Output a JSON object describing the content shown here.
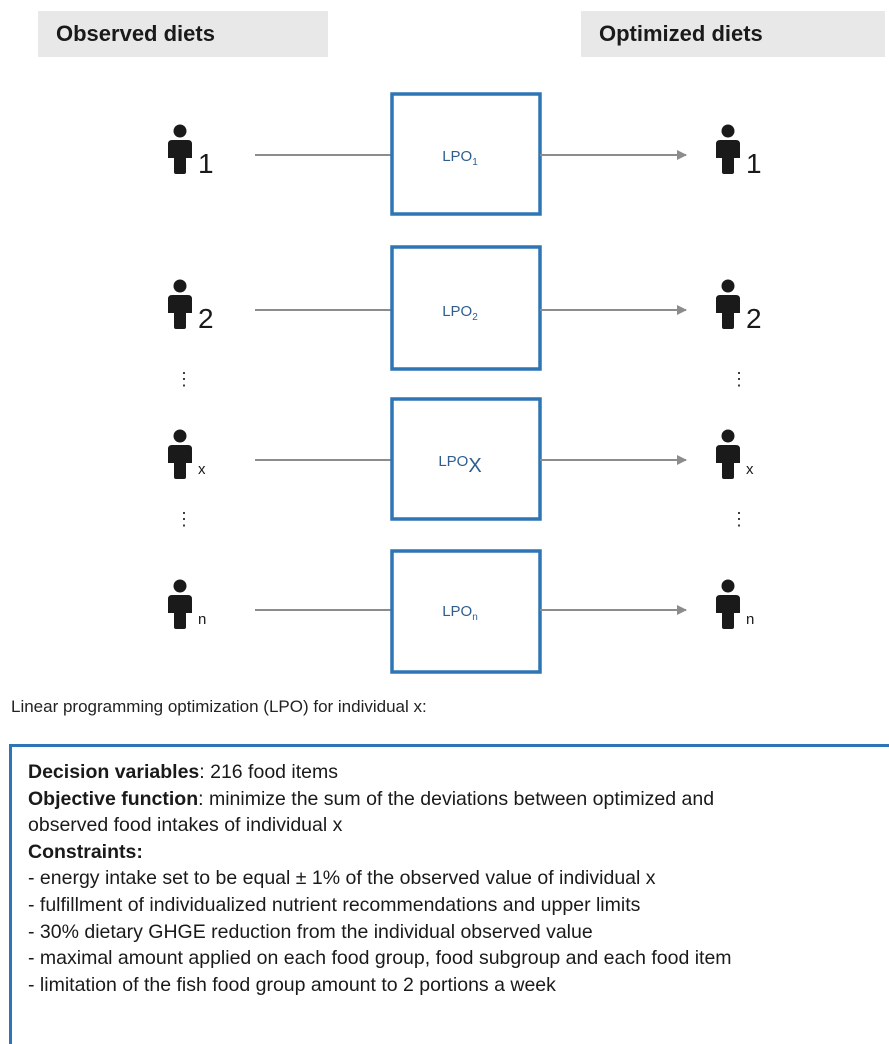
{
  "headers": {
    "left": "Observed diets",
    "right": "Optimized diets"
  },
  "rows": [
    {
      "person_label": "1",
      "lpo_base": "LPO",
      "lpo_sub": "1",
      "sub_style": "small"
    },
    {
      "person_label": "2",
      "lpo_base": "LPO",
      "lpo_sub": "2",
      "sub_style": "small"
    },
    {
      "person_label": "x",
      "lpo_base": "LPO",
      "lpo_sub": "X",
      "sub_style": "large"
    },
    {
      "person_label": "n",
      "lpo_base": "LPO",
      "lpo_sub": "n",
      "sub_style": "small"
    }
  ],
  "ellipsis": "⋮",
  "intro_text": "Linear programming optimization (LPO) for individual x:",
  "lpo_details": {
    "decision_label": "Decision variables",
    "decision_text": ": 216 food items",
    "objective_label": "Objective function",
    "objective_text": ": minimize the sum of the deviations between optimized and",
    "objective_cont": "observed food intakes of individual x",
    "constraints_label": "Constraints:",
    "constraints": [
      "- energy intake set to be equal ± 1% of the observed value of individual x",
      "- fulfillment of individualized nutrient recommendations and upper limits",
      "- 30% dietary GHGE reduction from the individual observed value",
      "- maximal amount applied on each food group, food subgroup and each food item",
      "- limitation of the fish food group amount to 2 portions a week"
    ]
  },
  "colors": {
    "box_border": "#2e75b6",
    "lpo_text": "#2e5d8e",
    "header_bg": "#e8e8e8",
    "person_icon": "#1a1a1a",
    "arrow": "#8c8c8c"
  }
}
